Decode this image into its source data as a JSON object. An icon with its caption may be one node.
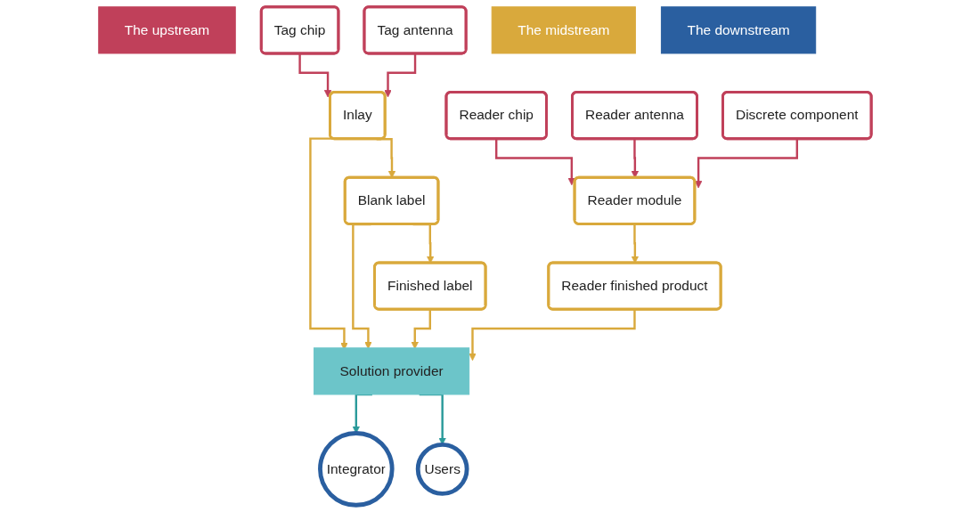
{
  "diagram": {
    "nodes": [
      {
        "text": [
          "The upstream"
        ]
      },
      {
        "text": [
          "Tag chip"
        ]
      },
      {
        "text": [
          "Tag antenna"
        ]
      },
      {
        "text": [
          "Reader chip"
        ]
      },
      {
        "text": [
          "Reader antenna"
        ]
      },
      {
        "text": [
          "Discrete component"
        ]
      },
      {
        "text": [
          "The midstream"
        ]
      },
      {
        "text": [
          "Inlay"
        ]
      },
      {
        "text": [
          "Blank label"
        ]
      },
      {
        "text": [
          "Finished label"
        ]
      },
      {
        "text": [
          "Reader module"
        ]
      },
      {
        "text": [
          "Reader finished product"
        ]
      },
      {
        "text": [
          "Solution provider"
        ]
      },
      {
        "text": [
          "The downstream"
        ]
      },
      {
        "text": [
          "Integrator"
        ]
      },
      {
        "text": [
          "Users"
        ]
      }
    ],
    "edges": [
      {
        "from": 1,
        "to": 7,
        "arrow": "to",
        "color": "#c0405a"
      },
      {
        "from": 2,
        "to": 7,
        "arrow": "to",
        "color": "#c0405a"
      },
      {
        "from": 3,
        "to": 10,
        "arrow": "to",
        "color": "#c0405a"
      },
      {
        "from": 4,
        "to": 10,
        "arrow": "to",
        "color": "#c0405a"
      },
      {
        "from": 5,
        "to": 10,
        "arrow": "to",
        "color": "#c0405a"
      },
      {
        "from": 7,
        "to": 8,
        "arrow": "to"
      },
      {
        "from": 8,
        "to": 9,
        "arrow": "to"
      },
      {
        "from": 10,
        "to": 11,
        "arrow": "to"
      },
      {
        "from": 7,
        "to": 12,
        "arrow": "to"
      },
      {
        "from": 8,
        "to": 12,
        "arrow": "to"
      },
      {
        "from": 9,
        "to": 12,
        "arrow": "to"
      },
      {
        "from": 11,
        "to": 12,
        "arrow": "to"
      },
      {
        "from": 12,
        "to": 14,
        "arrow": "to",
        "color": "#2a9a9a"
      },
      {
        "from": 12,
        "to": 15,
        "arrow": "to",
        "color": "#2a9a9a"
      }
    ]
  }
}
